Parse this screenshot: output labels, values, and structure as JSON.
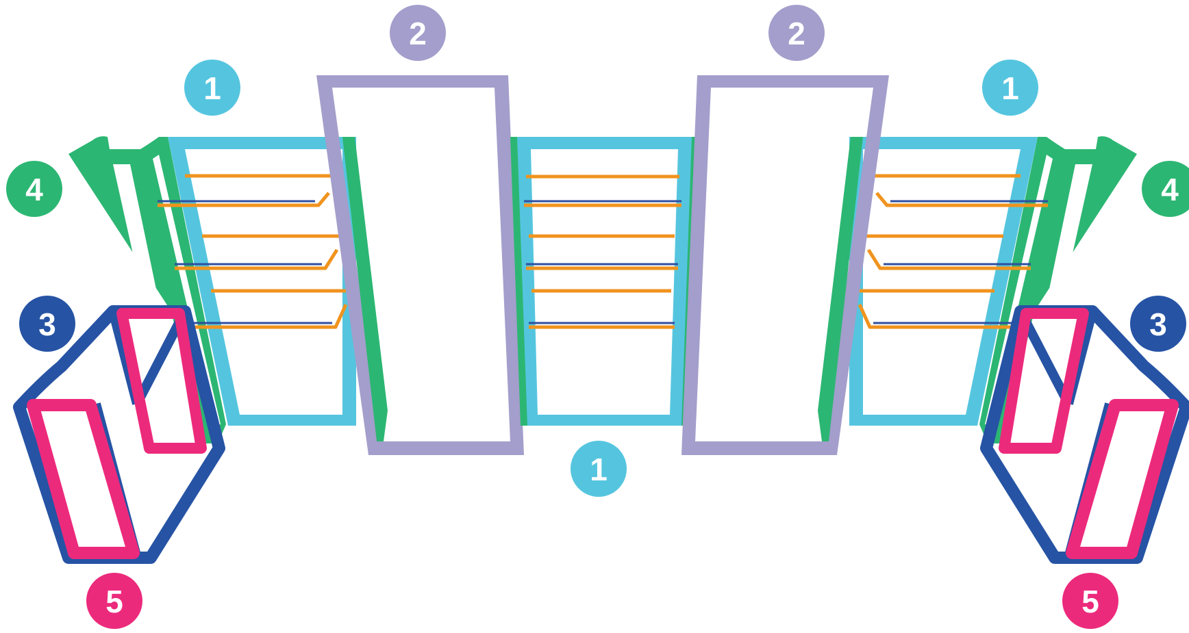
{
  "colors": {
    "frame": "#55c5df",
    "door": "#a39ecb",
    "drawer_outer": "#2653a4",
    "side_panel": "#2cb673",
    "drawer_inner": "#ec2a7c",
    "shelf_tray": "#f0931e",
    "shelf_glass": "#2f4fa0"
  },
  "callouts": {
    "frame_left": "1",
    "frame_center": "1",
    "frame_right": "1",
    "door_left": "2",
    "door_right": "2",
    "drawer_frame_left": "3",
    "drawer_frame_right": "3",
    "side_panel_left": "4",
    "side_panel_right": "4",
    "drawer_front_left": "5",
    "drawer_front_right": "5"
  }
}
